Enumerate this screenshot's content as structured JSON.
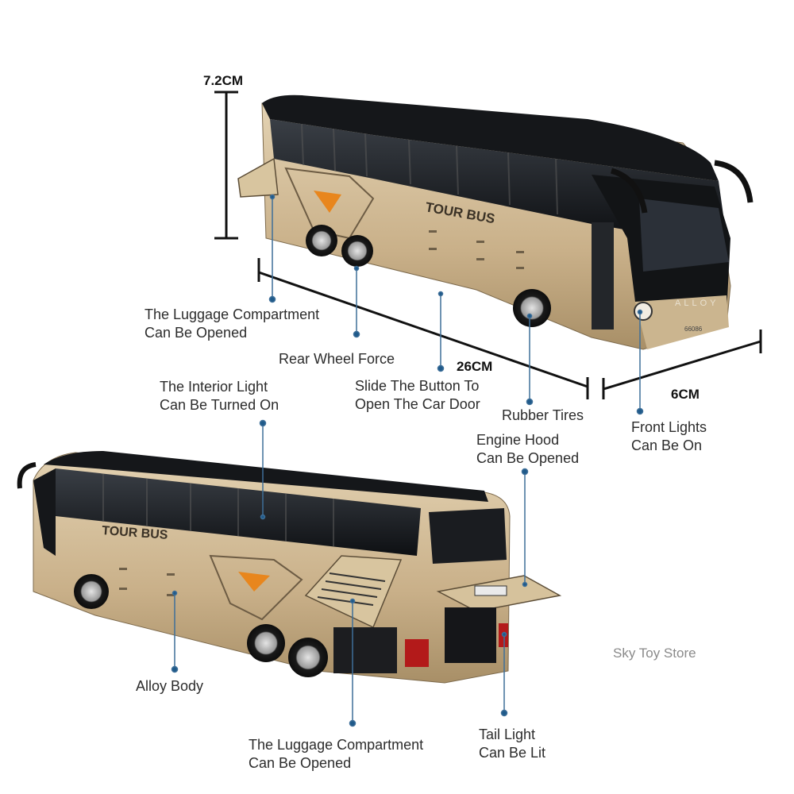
{
  "dimensions": {
    "height": "7.2CM",
    "length": "26CM",
    "width": "6CM"
  },
  "top_bus": {
    "destination_text": "TOUR BUS",
    "brand_text": "ALLOY",
    "plate_text": "66086"
  },
  "bottom_bus": {
    "destination_text": "TOUR BUS"
  },
  "callouts": {
    "luggage_top": "The Luggage Compartment\nCan Be Opened",
    "rear_wheel": "Rear Wheel Force",
    "slide_button": "Slide The Button To\nOpen The Car Door",
    "rubber_tires": "Rubber Tires",
    "front_lights": "Front Lights\nCan Be On",
    "interior_light": "The Interior Light\nCan Be Turned On",
    "engine_hood": "Engine Hood\nCan  Be Opened",
    "alloy_body": "Alloy Body",
    "luggage_bottom": "The Luggage Compartment\nCan Be Opened",
    "tail_light": "Tail Light\nCan Be Lit"
  },
  "store_name": "Sky Toy Store",
  "colors": {
    "body_gold": "#cdb690",
    "roof_black": "#16181b",
    "accent_orange": "#e8861d",
    "leader_blue": "#1f5a8a"
  }
}
